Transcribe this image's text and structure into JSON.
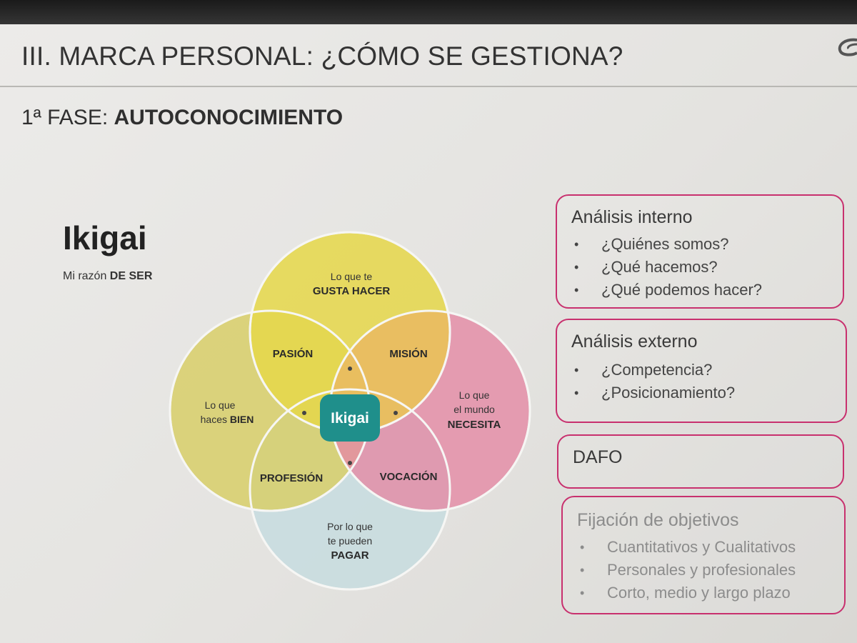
{
  "slide": {
    "title": "III. MARCA PERSONAL: ¿CÓMO SE GESTIONA?",
    "subtitle_prefix": "1ª FASE: ",
    "subtitle_bold": "AUTOCONOCIMIENTO"
  },
  "ikigai": {
    "title": "Ikigai",
    "subtitle_prefix": "Mi razón ",
    "subtitle_bold": "DE SER",
    "center_label": "Ikigai",
    "circles": {
      "top": {
        "line1": "Lo que te",
        "bold": "GUSTA HACER"
      },
      "left": {
        "line1": "Lo que",
        "line2": "haces ",
        "bold": "BIEN"
      },
      "right": {
        "line1": "Lo que",
        "line2": "el mundo",
        "bold": "NECESITA"
      },
      "bottom": {
        "line1": "Por lo que",
        "line2": "te pueden",
        "bold": "PAGAR"
      }
    },
    "overlaps": {
      "passion": "PASIÓN",
      "mission": "MISIÓN",
      "profession": "PROFESIÓN",
      "vocation": "VOCACIÓN"
    },
    "colors": {
      "top": "#e6d84a",
      "left": "#d9cf6a",
      "right": "#e58aa5",
      "bottom": "#c9dde0",
      "center": "#1f8f8b"
    }
  },
  "panels": [
    {
      "title": "Análisis interno",
      "items": [
        "¿Quiénes somos?",
        "¿Qué hacemos?",
        "¿Qué podemos hacer?"
      ],
      "bullet": "•"
    },
    {
      "title": "Análisis externo",
      "items": [
        "¿Competencia?",
        "¿Posicionamiento?"
      ],
      "bullet": "•"
    },
    {
      "title": "DAFO",
      "items": []
    },
    {
      "title": "Fijación de objetivos",
      "items": [
        "Cuantitativos y Cualitativos",
        "Personales y profesionales",
        "Corto, medio y largo plazo"
      ],
      "bullet": "•"
    }
  ],
  "accent_color": "#c8306e"
}
